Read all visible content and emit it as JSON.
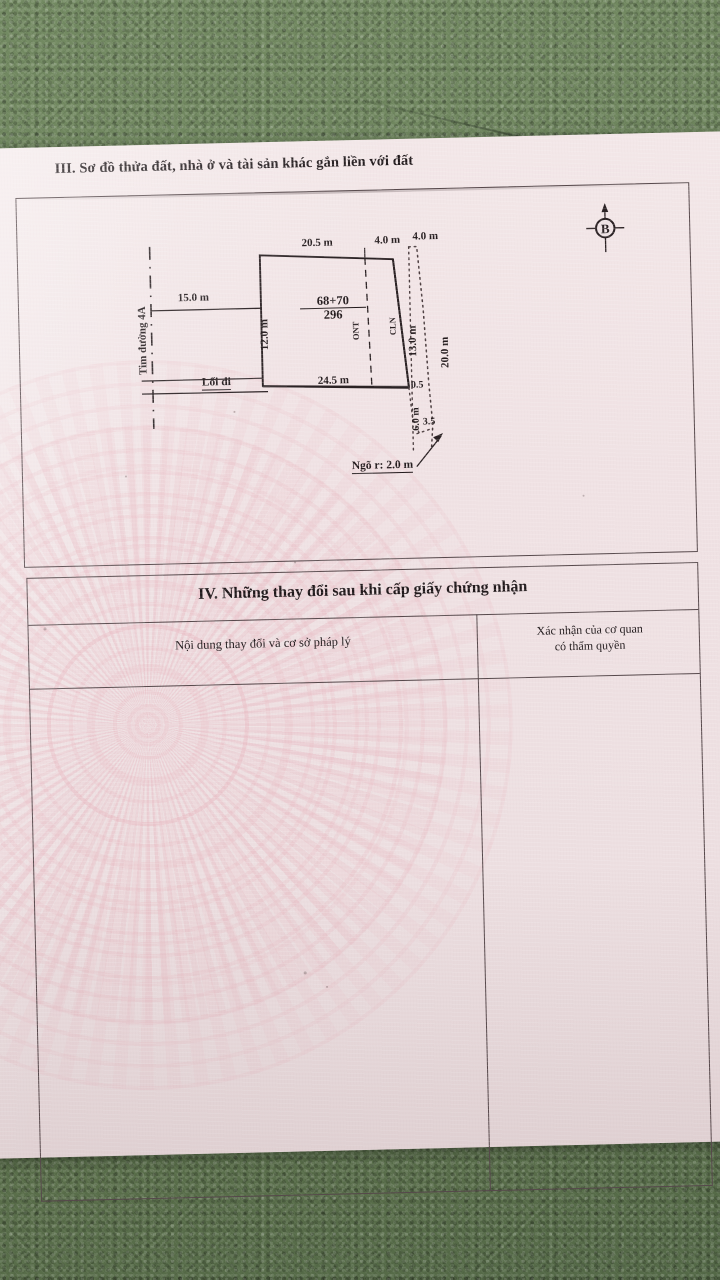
{
  "document": {
    "type": "vietnamese-land-use-certificate-page",
    "paper_color": "#f0e2e4",
    "backdrop_color": "#66794f",
    "ink_color": "#20191b"
  },
  "section_iii": {
    "heading": "III. Sơ đồ thửa đất, nhà ở và tài sản khác gắn liền với đất",
    "compass": {
      "icon": "compass-north-icon",
      "label": "B"
    },
    "diagram": {
      "road_centerline_label": "Tim đường 4A",
      "access_path_label": "Lối đi",
      "alley_label": "Ngõ r: 2.0 m",
      "parcel_number": "68+70",
      "parcel_area": "296",
      "land_type_left": "ONT",
      "land_type_right": "CLN",
      "dimensions": {
        "top_main": "20.5 m",
        "top_right_a": "4.0 m",
        "top_right_b": "4.0 m",
        "left_vertical": "12.0 m",
        "setback_left": "15.0 m",
        "bottom_main": "24.5 m",
        "right_vertical": "13.0 m",
        "right_small": "0.5",
        "lower_vertical": "6.0 m",
        "outer_vertical": "20.0 m",
        "alley_width_mark": "3.5"
      }
    }
  },
  "section_iv": {
    "heading": "IV. Những thay đổi sau khi cấp giấy chứng nhận",
    "columns": [
      {
        "label": "Nội dung thay đổi và cơ sở pháp lý"
      },
      {
        "label_line1": "Xác nhận của cơ quan",
        "label_line2": "có thẩm quyền"
      }
    ],
    "rows": []
  }
}
